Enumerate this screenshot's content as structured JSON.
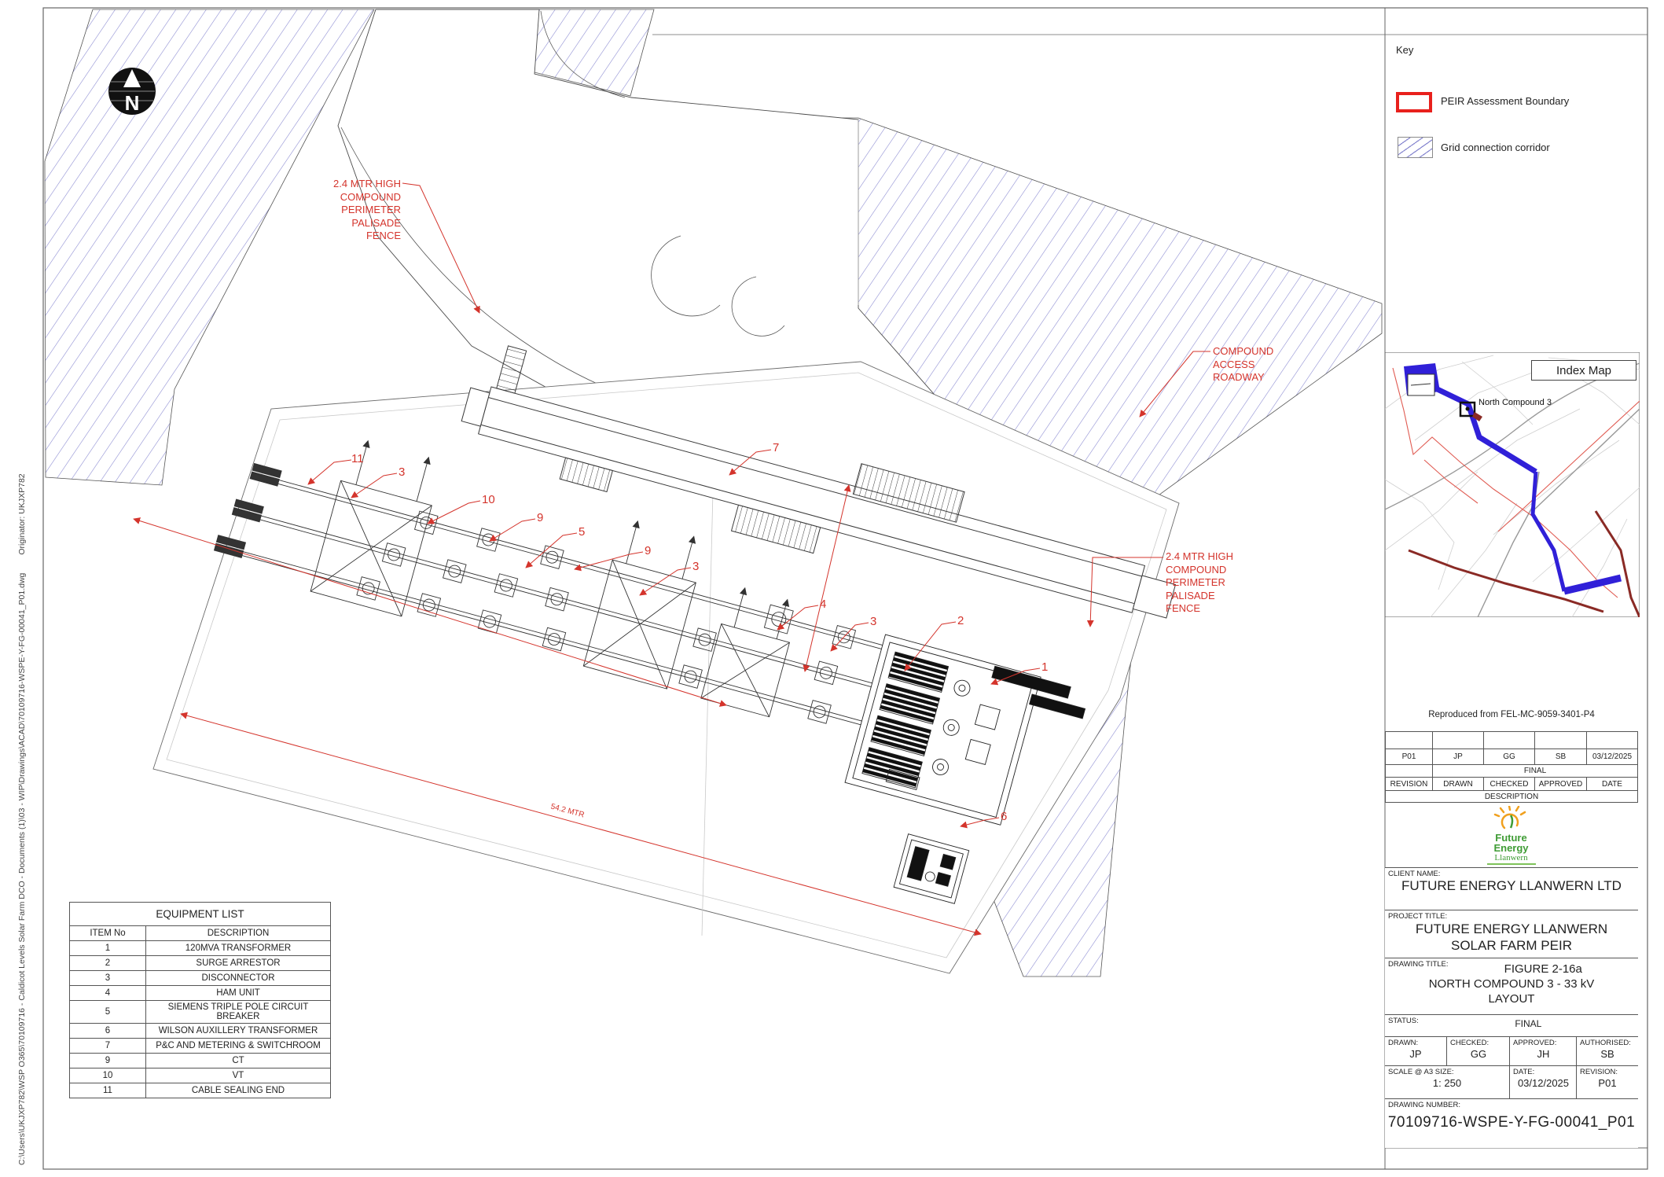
{
  "sheet": {
    "file_path": "C:\\Users\\UKJXP782\\WSP O365\\70109716 - Caldicot Levels Solar Farm DCO - Documents (1)\\03 - WIP\\Drawings\\ACAD\\70109716-WSPE-Y-FG-00041_P01.dwg",
    "originator": "Originator: UKJXP782"
  },
  "north": {
    "label": "N"
  },
  "key": {
    "title": "Key",
    "peir_label": "PEIR Assessment Boundary",
    "grid_label": "Grid connection corridor"
  },
  "annotations": {
    "fence": "2.4 MTR HIGH\nCOMPOUND\nPERIMETER\nPALISADE\nFENCE",
    "roadway": "COMPOUND\nACCESS\nROADWAY",
    "dimension": "54.2 MTR"
  },
  "callouts": [
    {
      "n": "11"
    },
    {
      "n": "3"
    },
    {
      "n": "10"
    },
    {
      "n": "9"
    },
    {
      "n": "5"
    },
    {
      "n": "9"
    },
    {
      "n": "3"
    },
    {
      "n": "7"
    },
    {
      "n": "4"
    },
    {
      "n": "3"
    },
    {
      "n": "2"
    },
    {
      "n": "1"
    },
    {
      "n": "6"
    }
  ],
  "index_map": {
    "title": "Index Map",
    "marker_label": "North Compound 3",
    "note": "Reproduced from FEL-MC-9059-3401-P4"
  },
  "revision": {
    "row": {
      "rev": "P01",
      "drawn": "JP",
      "checked": "GG",
      "approved": "SB",
      "date": "03/12/2025"
    },
    "final_text": "FINAL",
    "headers": [
      "REVISION",
      "DRAWN",
      "CHECKED",
      "APPROVED",
      "DATE"
    ],
    "description_label": "DESCRIPTION"
  },
  "logo": {
    "line1": "Future",
    "line2": "Energy",
    "line3": "Llanwern"
  },
  "title_block": {
    "client_label": "CLIENT NAME:",
    "client": "FUTURE ENERGY LLANWERN LTD",
    "project_label": "PROJECT TITLE:",
    "project1": "FUTURE ENERGY LLANWERN",
    "project2": "SOLAR FARM PEIR",
    "drawing_label": "DRAWING TITLE:",
    "drawing1": "FIGURE 2-16a",
    "drawing2": "NORTH COMPOUND 3 - 33 kV",
    "drawing3": "LAYOUT",
    "status_label": "STATUS:",
    "status": "FINAL",
    "drawn_label": "DRAWN:",
    "drawn": "JP",
    "checked_label": "CHECKED:",
    "checked": "GG",
    "approved_label": "APPROVED:",
    "approved": "JH",
    "authorised_label": "AUTHORISED:",
    "authorised": "SB",
    "scale_label": "SCALE @ A3 SIZE:",
    "scale": "1: 250",
    "date_label": "DATE:",
    "date": "03/12/2025",
    "revision_label": "REVISION:",
    "revision": "P01",
    "number_label": "DRAWING NUMBER:",
    "number": "70109716-WSPE-Y-FG-00041_P01"
  },
  "equipment_list": {
    "title": "EQUIPMENT LIST",
    "col_item": "ITEM No",
    "col_desc": "DESCRIPTION",
    "rows": [
      {
        "no": "1",
        "desc": "120MVA TRANSFORMER"
      },
      {
        "no": "2",
        "desc": "SURGE ARRESTOR"
      },
      {
        "no": "3",
        "desc": "DISCONNECTOR"
      },
      {
        "no": "4",
        "desc": "HAM UNIT"
      },
      {
        "no": "5",
        "desc": "SIEMENS TRIPLE POLE CIRCUIT BREAKER"
      },
      {
        "no": "6",
        "desc": "WILSON AUXILLERY TRANSFORMER"
      },
      {
        "no": "7",
        "desc": "P&C AND METERING & SWITCHROOM"
      },
      {
        "no": "9",
        "desc": "CT"
      },
      {
        "no": "10",
        "desc": "VT"
      },
      {
        "no": "11",
        "desc": "CABLE SEALING END"
      }
    ]
  },
  "colors": {
    "annotation_red": "#d4342c",
    "peir_red": "#e8201c",
    "hatch_blue": "#8585cf",
    "corridor_blue": "#3020d8",
    "logo_green": "#3f9c35",
    "logo_orange": "#f0a01e"
  }
}
